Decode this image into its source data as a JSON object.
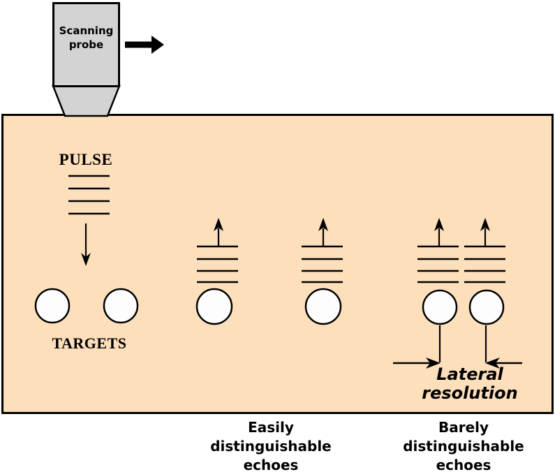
{
  "probe": {
    "label": "Scanning\nprobe"
  },
  "tissue": {
    "pulse_label": "PULSE",
    "targets_label": "TARGETS",
    "lateral_resolution_label": "Lateral\nresolution"
  },
  "captions": {
    "easily": "Easily\ndistinguishable\nechoes",
    "barely": "Barely\ndistinguishable\nechoes"
  },
  "icons": {
    "probe_motion_arrow": "right-arrow",
    "pulse_direction_arrow": "down-arrow",
    "echo_direction_arrow": "up-arrow",
    "lateral_span_left_arrow": "right-arrow",
    "lateral_span_right_arrow": "left-arrow"
  },
  "colors": {
    "page_background": "#FFFFFF",
    "tissue_fill": "#FDDFBC",
    "probe_fill": "#D3D3D3",
    "outline": "#000000",
    "target_fill": "#FDFDFD"
  }
}
